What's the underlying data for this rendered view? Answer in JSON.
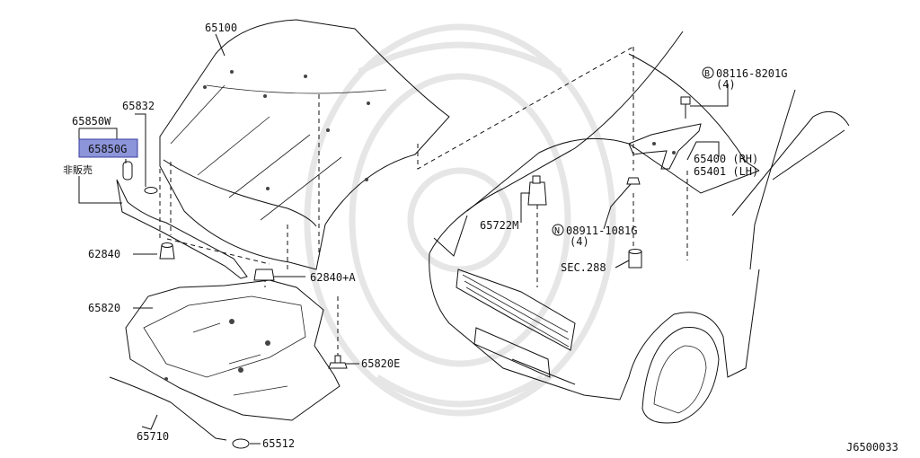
{
  "labels": {
    "hood": "65100",
    "seal_65832": "65832",
    "insulator_65850w": "65850W",
    "insulator_65850g": "65850G",
    "not_for_sale": "非販売",
    "bumper_62840": "62840",
    "bumper_62840a": "62840+A",
    "insulator_65820": "65820",
    "clip_65820e": "65820E",
    "rod_65710": "65710",
    "grommet_65512": "65512",
    "latch_65722m": "65722M",
    "bolt_part": "08116-8201G",
    "bolt_qty": "(4)",
    "bolt_badge": "B",
    "nut_part": "08911-1081G",
    "nut_qty": "(4)",
    "nut_badge": "N",
    "hinge_rh": "65400 (RH)",
    "hinge_lh": "65401 (LH)",
    "sec_ref": "SEC.288",
    "diagram_code": "J6500033"
  },
  "colors": {
    "highlight_fill": "#8c95d9",
    "line": "#111111",
    "watermark": "#e6e6e6"
  }
}
